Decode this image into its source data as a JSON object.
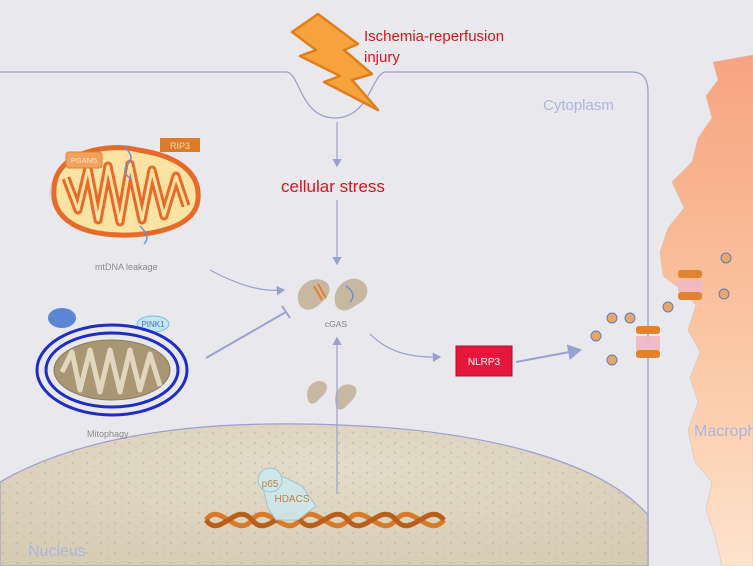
{
  "trigger": {
    "line1": "Ischemia-reperfusion",
    "line2": "injury"
  },
  "stress_label": "cellular stress",
  "cytoplasm_label": "Cytoplasm",
  "nucleus_label": "Nucleus",
  "macrophage_label": "Macrophage",
  "mito1": {
    "caption": "mtDNA leakage",
    "tag_pgam5": "PGAM5",
    "tag_rip3": "RIP3"
  },
  "mito2": {
    "caption": "Mitophagy",
    "tag_pink1": "PINK1"
  },
  "cgas_label": "cGAS",
  "nlrp3_label": "NLRP3",
  "nuclear_factors": {
    "p65": "p65",
    "hdacs": "HDACS"
  },
  "colors": {
    "trigger_text": "#d8141c",
    "bolt": "#f6a33f",
    "nlrp3_box": "#e6173a",
    "region_label": "#a9b6e2",
    "membrane": "#9aa1cf",
    "macrophage": "#f8b78e",
    "nucleus": "#ddd3bf",
    "dna": "#d77a2a"
  },
  "icons": [
    "lightning-icon",
    "mitochondrion-icon",
    "dna-helix-icon",
    "cgas-protein-icon",
    "inflammasome-icon"
  ]
}
